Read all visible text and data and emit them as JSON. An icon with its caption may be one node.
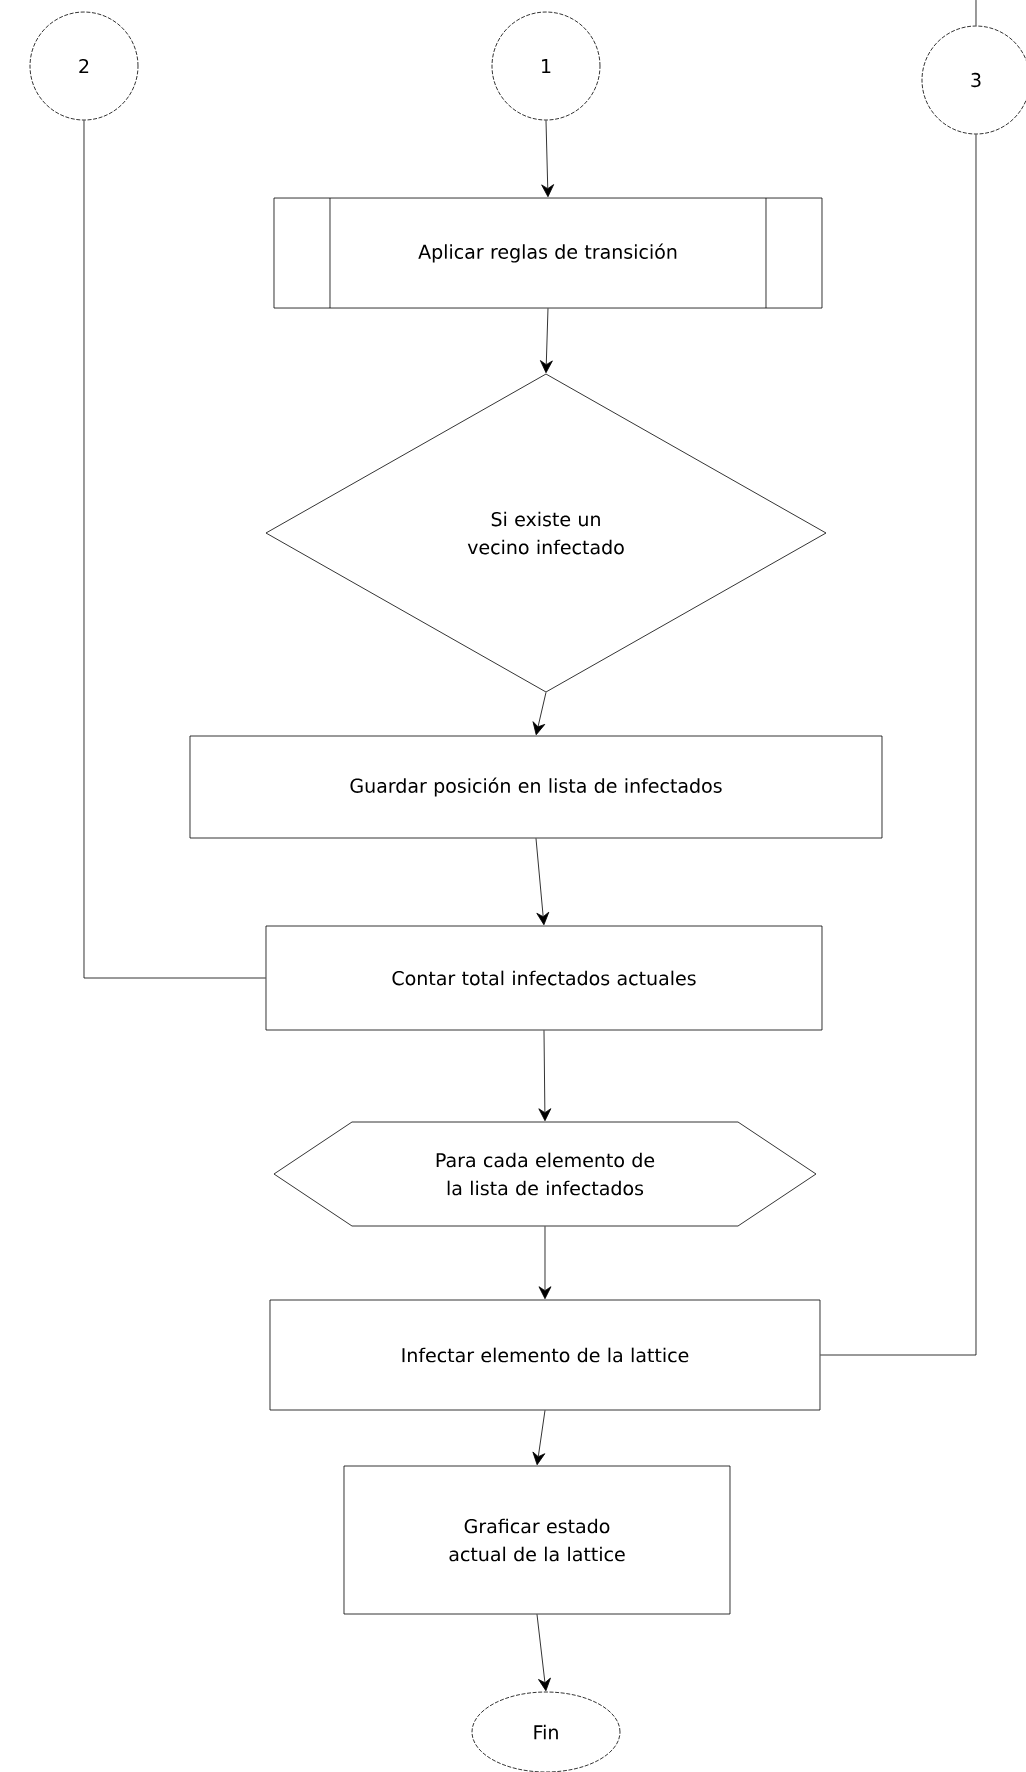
{
  "diagram": {
    "nodes": [
      {
        "text": [
          "1"
        ]
      },
      {
        "text": [
          "2"
        ]
      },
      {
        "text": [
          "3"
        ]
      },
      {
        "text": [
          "Aplicar reglas de transición"
        ]
      },
      {
        "text": [
          "Si existe un vecino infectado"
        ]
      },
      {
        "text": [
          "Guardar posición en lista de infectados"
        ]
      },
      {
        "text": [
          "Contar total infectados actuales"
        ]
      },
      {
        "text": [
          "Para cada elemento de la lista de infectados"
        ]
      },
      {
        "text": [
          "Infectar elemento de la lattice"
        ]
      },
      {
        "text": [
          "Graficar estado actual de la lattice"
        ]
      },
      {
        "text": [
          "Fin"
        ]
      }
    ],
    "edges": [
      {
        "from": null,
        "to": 2,
        "arrow": "none"
      },
      {
        "from": 0,
        "to": 3,
        "arrow": "to"
      },
      {
        "from": 3,
        "to": 4,
        "arrow": "to"
      },
      {
        "from": 4,
        "to": 5,
        "arrow": "to"
      },
      {
        "from": 5,
        "to": 6,
        "arrow": "to"
      },
      {
        "from": 1,
        "to": 6,
        "arrow": "none"
      },
      {
        "from": 6,
        "to": 7,
        "arrow": "to"
      },
      {
        "from": 7,
        "to": 8,
        "arrow": "to"
      },
      {
        "from": 2,
        "to": 8,
        "arrow": "none"
      },
      {
        "from": 8,
        "to": 9,
        "arrow": "to"
      },
      {
        "from": 9,
        "to": 10,
        "arrow": "to"
      }
    ]
  }
}
